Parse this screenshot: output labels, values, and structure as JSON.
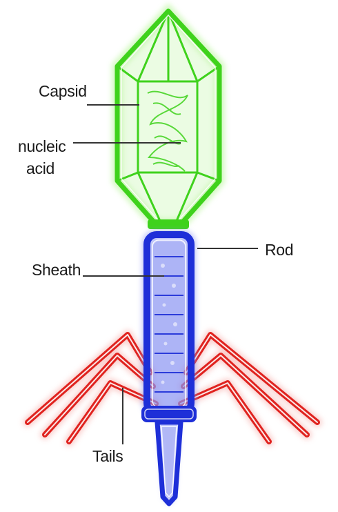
{
  "colors": {
    "capsid": "#3fd21c",
    "capsid_glow": "#b8f59a",
    "sheath": "#1e2fd8",
    "sheath_glow": "#8c96f3",
    "tail_fibers": "#e0231f",
    "tail_glow": "#f6a9a5",
    "leader_line": "#333333",
    "label_text": "#1a1a1a"
  },
  "labels": {
    "capsid": "Capsid",
    "nucleic_acid_line1": "nucleic",
    "nucleic_acid_line2": "acid",
    "rod": "Rod",
    "sheath": "Sheath",
    "tails": "Tails"
  }
}
